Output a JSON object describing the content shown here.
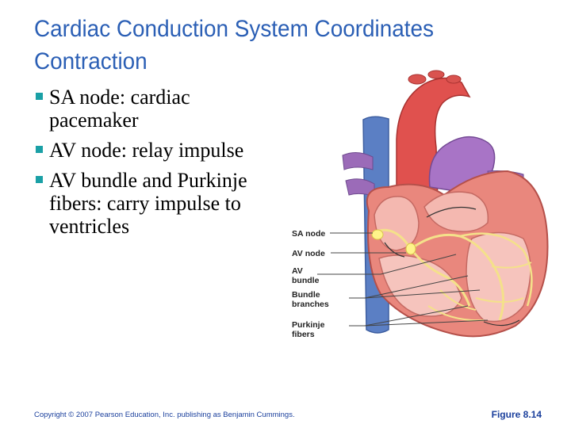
{
  "slide": {
    "title": "Cardiac Conduction System Coordinates Contraction",
    "bullets": [
      "SA node: cardiac pacemaker",
      "AV node: relay impulse",
      "AV bundle and Purkinje fibers: carry impulse to ventricles"
    ],
    "bullet_color": "#1aa0a6",
    "title_color": "#2b5fb5"
  },
  "diagram": {
    "labels": {
      "sa_node": "SA node",
      "av_node": "AV node",
      "av_bundle_line1": "AV",
      "av_bundle_line2": "bundle",
      "bundle_branches_line1": "Bundle",
      "bundle_branches_line2": "branches",
      "purkinje_line1": "Purkinje",
      "purkinje_line2": "fibers"
    }
  },
  "footer": {
    "copyright": "Copyright © 2007 Pearson Education, Inc. publishing as Benjamin Cummings.",
    "figure": "Figure 8.14"
  }
}
